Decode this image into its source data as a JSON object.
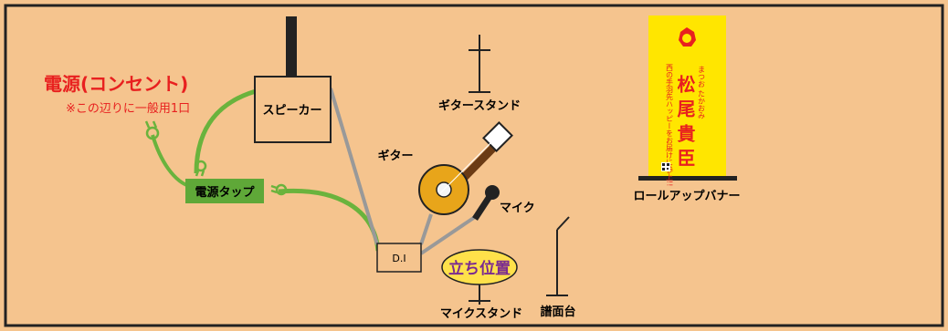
{
  "colors": {
    "background": "#f5c48e",
    "frame": "#222222",
    "accent_red": "#e8201f",
    "cable_green": "#6ab33d",
    "cable_gray": "#999999",
    "guitar_body": "#e8a51a",
    "guitar_neck": "#6b3b14",
    "banner_yellow": "#ffe600",
    "stand_label_bg": "#ffe14a",
    "stand_label_text": "#7a2a90"
  },
  "labels": {
    "power_title": "電源(コンセント)",
    "power_note": "※この辺りに一般用1口",
    "power_tap": "電源タップ",
    "speaker": "スピーカー",
    "guitar_stand": "ギタースタンド",
    "guitar": "ギター",
    "mic": "マイク",
    "di": "D.I",
    "standing_position": "立ち位置",
    "mic_stand": "マイクスタンド",
    "music_stand": "譜面台",
    "rollup_banner": "ロールアップバナー"
  },
  "banner": {
    "name": "松 尾 貴 臣",
    "reading": "まつお たかおみ",
    "slogan": "西の手羽先ハッピーをお届けに参上!!"
  },
  "icons": {
    "outlet": "power-plug-icon",
    "banner_logo": "family-crest-icon",
    "qr": "qr-code-icon"
  }
}
